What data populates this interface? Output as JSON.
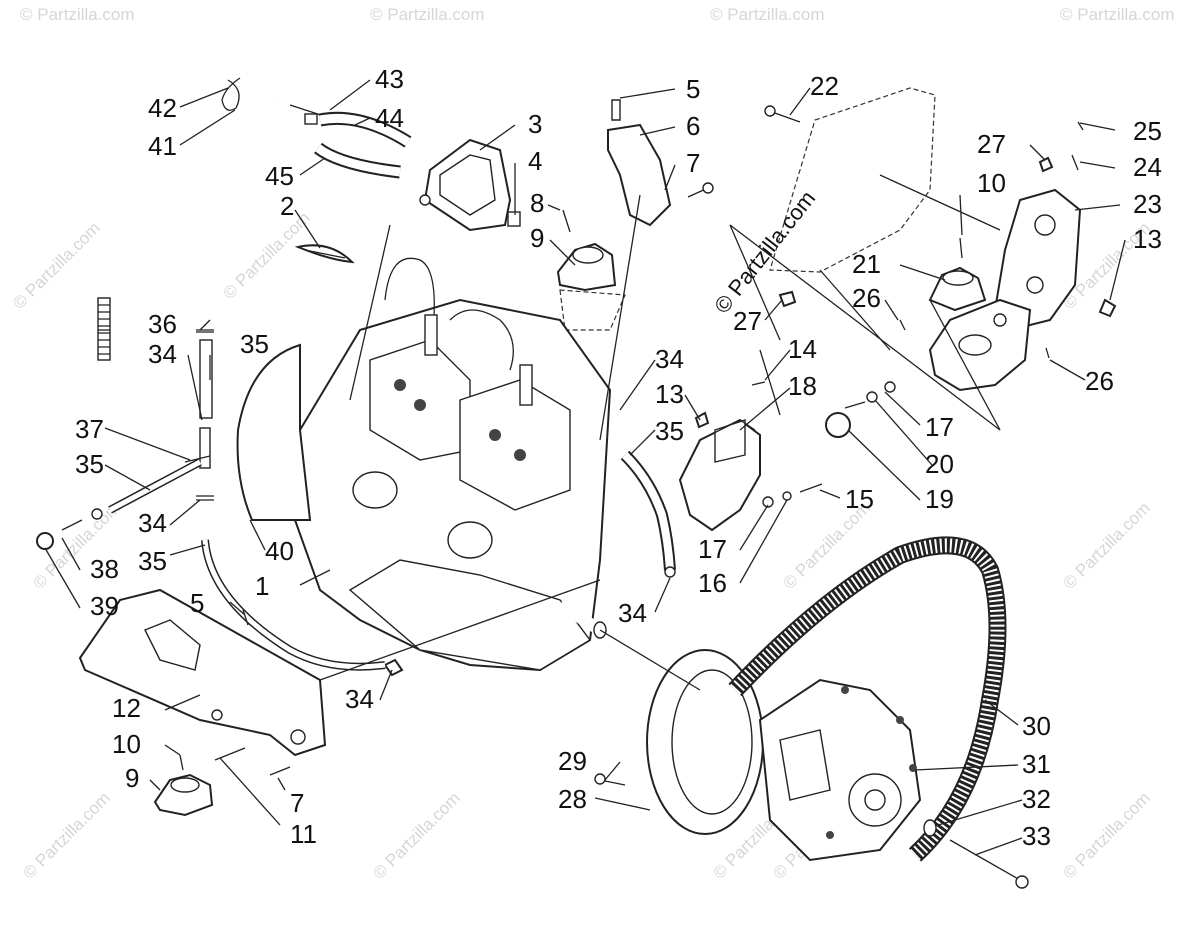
{
  "watermark": {
    "center_text": "© Partzilla.com",
    "tile_text": "© Partzilla.com"
  },
  "callouts": [
    {
      "id": "c1",
      "label": "1"
    },
    {
      "id": "c2",
      "label": "2"
    },
    {
      "id": "c3",
      "label": "3"
    },
    {
      "id": "c4",
      "label": "4"
    },
    {
      "id": "c5a",
      "label": "5"
    },
    {
      "id": "c5b",
      "label": "5"
    },
    {
      "id": "c6",
      "label": "6"
    },
    {
      "id": "c7a",
      "label": "7"
    },
    {
      "id": "c7b",
      "label": "7"
    },
    {
      "id": "c8",
      "label": "8"
    },
    {
      "id": "c9a",
      "label": "9"
    },
    {
      "id": "c9b",
      "label": "9"
    },
    {
      "id": "c10a",
      "label": "10"
    },
    {
      "id": "c10b",
      "label": "10"
    },
    {
      "id": "c11",
      "label": "11"
    },
    {
      "id": "c12",
      "label": "12"
    },
    {
      "id": "c13a",
      "label": "13"
    },
    {
      "id": "c13b",
      "label": "13"
    },
    {
      "id": "c14",
      "label": "14"
    },
    {
      "id": "c15",
      "label": "15"
    },
    {
      "id": "c16",
      "label": "16"
    },
    {
      "id": "c17a",
      "label": "17"
    },
    {
      "id": "c17b",
      "label": "17"
    },
    {
      "id": "c18",
      "label": "18"
    },
    {
      "id": "c19",
      "label": "19"
    },
    {
      "id": "c20",
      "label": "20"
    },
    {
      "id": "c21",
      "label": "21"
    },
    {
      "id": "c22",
      "label": "22"
    },
    {
      "id": "c23",
      "label": "23"
    },
    {
      "id": "c24",
      "label": "24"
    },
    {
      "id": "c25",
      "label": "25"
    },
    {
      "id": "c26a",
      "label": "26"
    },
    {
      "id": "c26b",
      "label": "26"
    },
    {
      "id": "c27a",
      "label": "27"
    },
    {
      "id": "c27b",
      "label": "27"
    },
    {
      "id": "c28",
      "label": "28"
    },
    {
      "id": "c29",
      "label": "29"
    },
    {
      "id": "c30",
      "label": "30"
    },
    {
      "id": "c31",
      "label": "31"
    },
    {
      "id": "c32",
      "label": "32"
    },
    {
      "id": "c33",
      "label": "33"
    },
    {
      "id": "c34a",
      "label": "34"
    },
    {
      "id": "c34b",
      "label": "34"
    },
    {
      "id": "c34c",
      "label": "34"
    },
    {
      "id": "c34d",
      "label": "34"
    },
    {
      "id": "c34e",
      "label": "34"
    },
    {
      "id": "c35a",
      "label": "35"
    },
    {
      "id": "c35b",
      "label": "35"
    },
    {
      "id": "c35c",
      "label": "35"
    },
    {
      "id": "c35d",
      "label": "35"
    },
    {
      "id": "c36",
      "label": "36"
    },
    {
      "id": "c37",
      "label": "37"
    },
    {
      "id": "c38",
      "label": "38"
    },
    {
      "id": "c39",
      "label": "39"
    },
    {
      "id": "c40",
      "label": "40"
    },
    {
      "id": "c41",
      "label": "41"
    },
    {
      "id": "c42",
      "label": "42"
    },
    {
      "id": "c43",
      "label": "43"
    },
    {
      "id": "c44",
      "label": "44"
    },
    {
      "id": "c45",
      "label": "45"
    }
  ]
}
